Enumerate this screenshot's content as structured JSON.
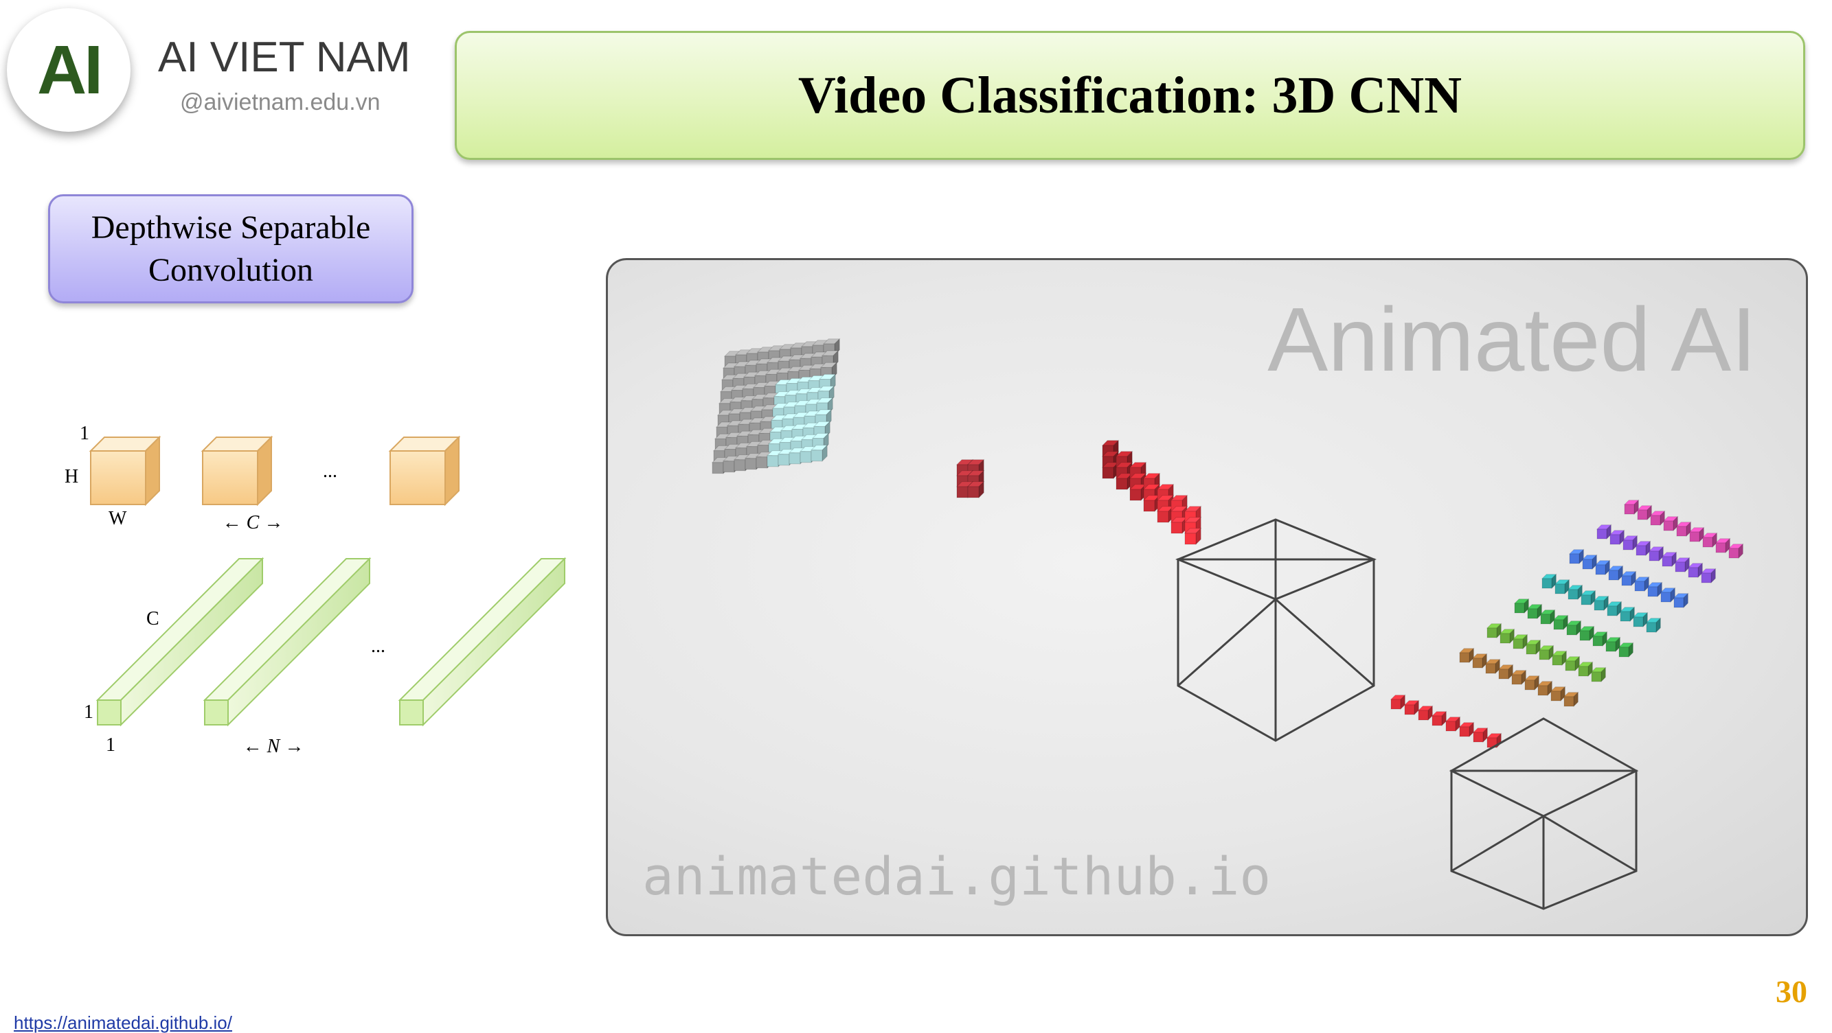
{
  "brand": {
    "logo_text": "AI",
    "name": "AI VIET NAM",
    "handle": "@aivietnam.edu.vn"
  },
  "title": "Video Classification: 3D CNN",
  "label_box": {
    "line1": "Depthwise Separable",
    "line2": "Convolution"
  },
  "diagram": {
    "depthwise": {
      "height_label": "H",
      "width_label": "W",
      "depth_label": "1",
      "ellipsis": "...",
      "count_label": "← C →"
    },
    "pointwise": {
      "channel_label": "C",
      "height_label": "1",
      "width_label": "1",
      "ellipsis": "...",
      "count_label": "← N →"
    }
  },
  "animation": {
    "watermark_top": "Animated AI",
    "watermark_bottom": "animatedai.github.io",
    "row_colors": [
      "#a8733a",
      "#6cae3e",
      "#3aa44a",
      "#33a6a6",
      "#4a78e0",
      "#8a55e0",
      "#d24aa8"
    ],
    "filter_color": "#e0303a",
    "kernel_color": "#a83038",
    "input_cube_color": "#9a9a9a",
    "input_highlight_color": "#a6d4d6"
  },
  "footer": {
    "source_url": "https://animatedai.github.io/",
    "page_number": "30"
  }
}
